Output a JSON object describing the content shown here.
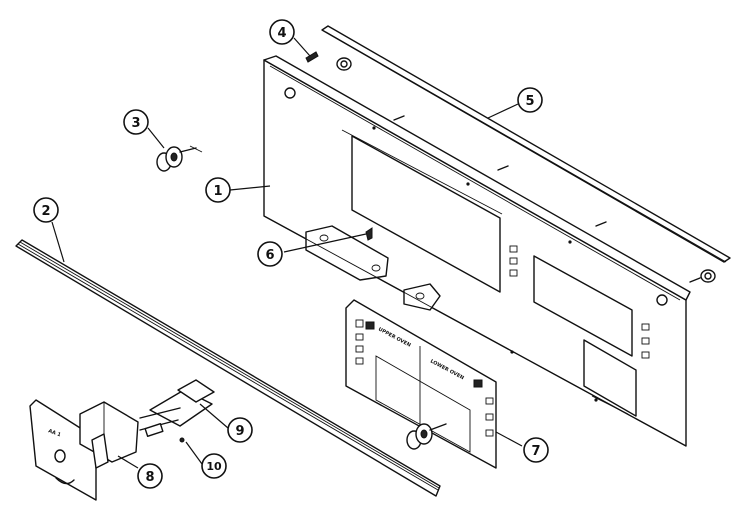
{
  "diagram": {
    "callouts": [
      {
        "id": "1",
        "label": "1"
      },
      {
        "id": "2",
        "label": "2"
      },
      {
        "id": "3",
        "label": "3"
      },
      {
        "id": "4",
        "label": "4"
      },
      {
        "id": "5",
        "label": "5"
      },
      {
        "id": "6",
        "label": "6"
      },
      {
        "id": "7",
        "label": "7"
      },
      {
        "id": "8",
        "label": "8"
      },
      {
        "id": "9",
        "label": "9"
      },
      {
        "id": "10",
        "label": "10"
      }
    ],
    "overlay_text": {
      "upper_oven": "UPPER OVEN",
      "lower_oven": "LOWER OVEN"
    }
  }
}
